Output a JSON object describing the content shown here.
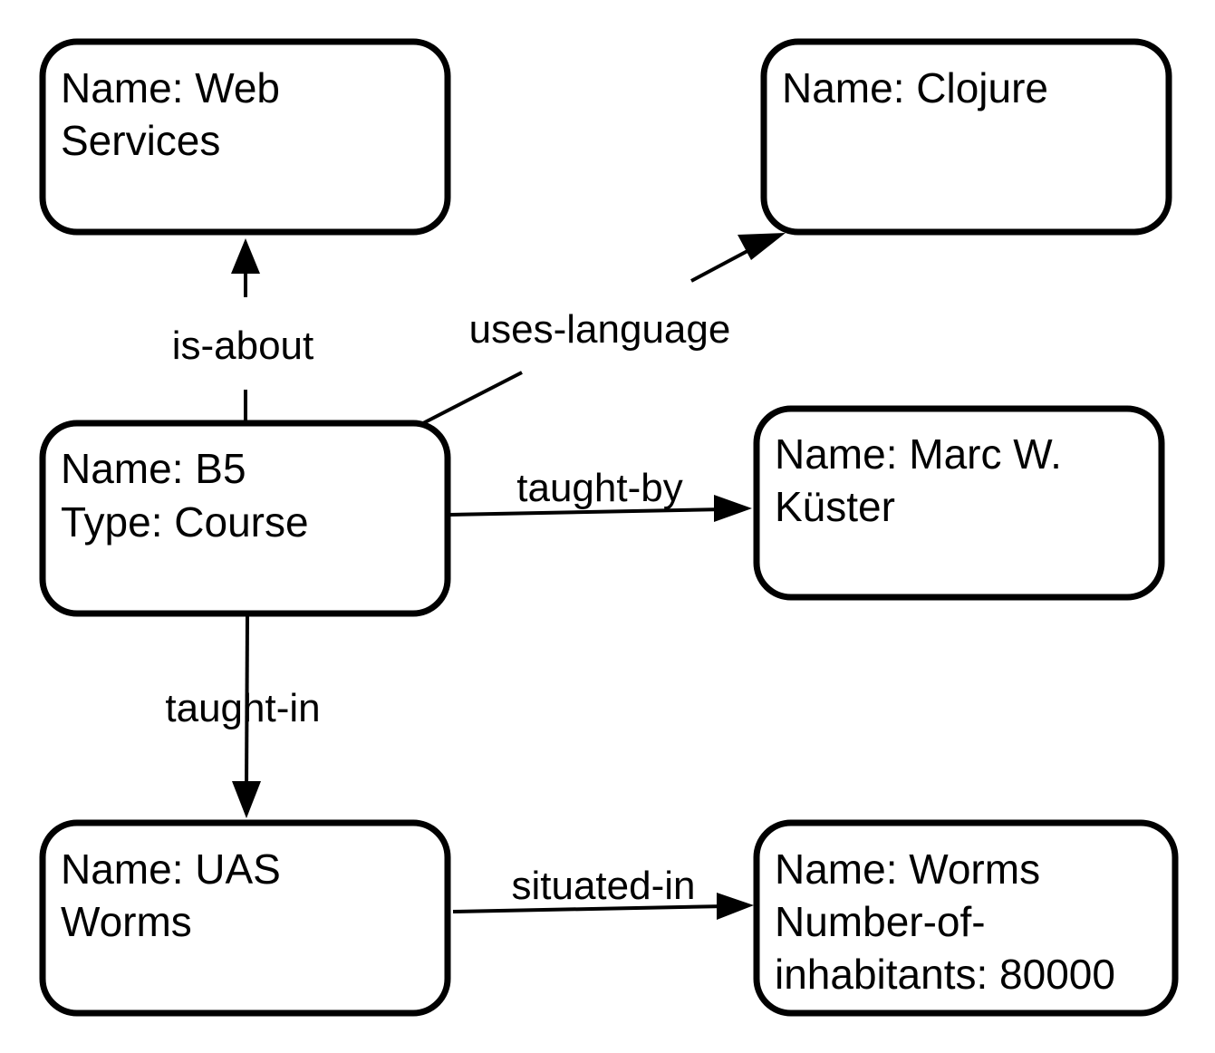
{
  "diagram": {
    "nodes": [
      {
        "id": "web-services",
        "lines": [
          "Name: Web",
          "Services"
        ]
      },
      {
        "id": "clojure",
        "lines": [
          "Name: Clojure"
        ]
      },
      {
        "id": "b5",
        "lines": [
          "Name: B5",
          "Type: Course"
        ]
      },
      {
        "id": "marc",
        "lines": [
          "Name: Marc W.",
          "Küster"
        ]
      },
      {
        "id": "uas-worms",
        "lines": [
          "Name: UAS",
          "Worms"
        ]
      },
      {
        "id": "worms",
        "lines": [
          "Name: Worms",
          "Number-of-",
          "inhabitants: 80000"
        ]
      }
    ],
    "edges": [
      {
        "id": "is-about",
        "from": "b5",
        "to": "web-services",
        "label": "is-about"
      },
      {
        "id": "uses-language",
        "from": "b5",
        "to": "clojure",
        "label": "uses-language"
      },
      {
        "id": "taught-by",
        "from": "b5",
        "to": "marc",
        "label": "taught-by"
      },
      {
        "id": "taught-in",
        "from": "b5",
        "to": "uas-worms",
        "label": "taught-in"
      },
      {
        "id": "situated-in",
        "from": "uas-worms",
        "to": "worms",
        "label": "situated-in"
      }
    ]
  }
}
